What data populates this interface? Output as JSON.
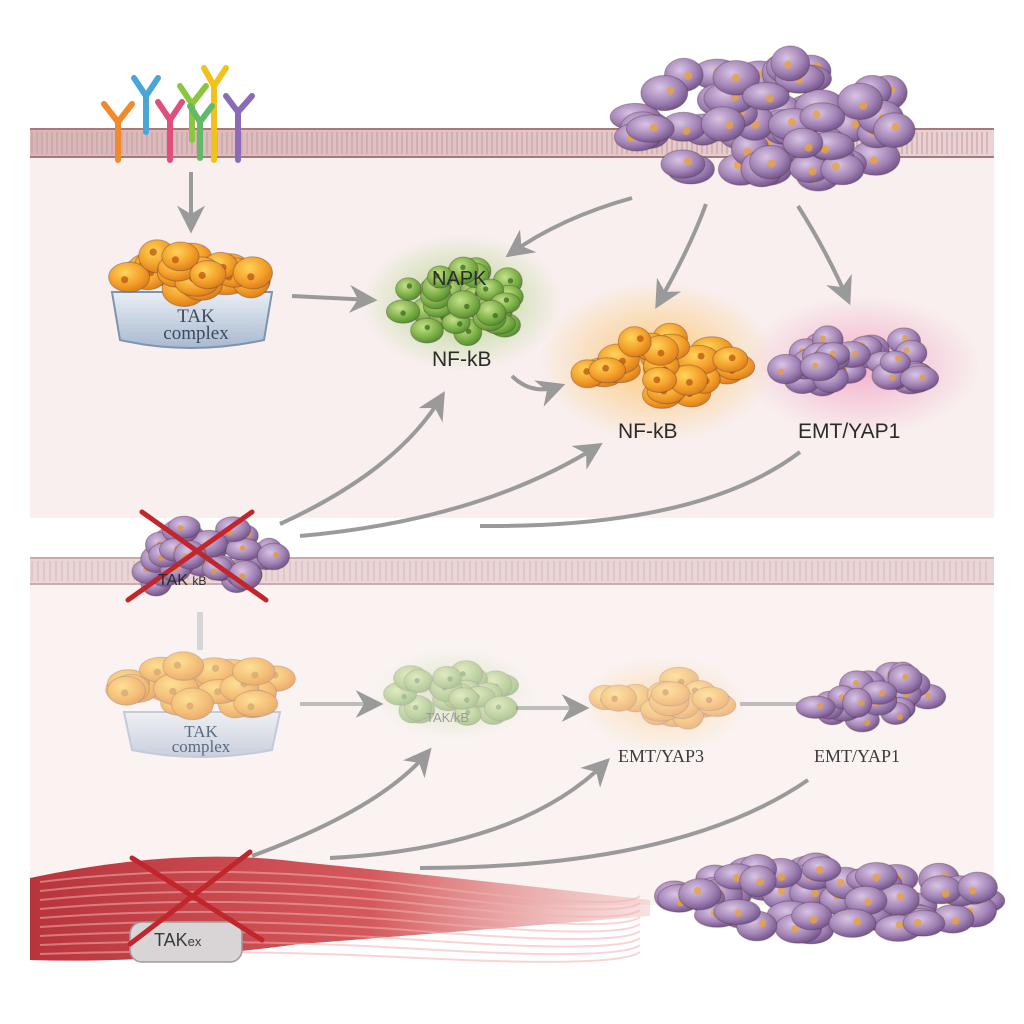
{
  "labels": {
    "top_tak_line1": "TAK",
    "top_tak_line2": "complex",
    "top_mapk": "NAPK",
    "top_nfkb_green": "NF-kB",
    "top_nfkb_orange": "NF-kB",
    "top_emt": "EMT/YAP1",
    "mid_tak": "TAK",
    "mid_tak_suffix": "kB",
    "bottom_tak_line1": "TAK",
    "bottom_tak_line2": "complex",
    "bottom_green_label": "TAK/kB",
    "bottom_emt_yap3": "EMT/YAP3",
    "bottom_emt_yap1": "EMT/YAP1",
    "muscle_tak": "TAK",
    "muscle_tak_suffix": "ex"
  },
  "colors": {
    "membrane": "#d9b7b9",
    "membrane_line": "#a9787c",
    "cytoplasm": "#f8efee",
    "orange_cell": "#f3a42a",
    "green_cell": "#7fb14a",
    "purple_cell": "#9d78ad",
    "muscle": "#c9454a",
    "arrow": "#9a9a9a",
    "cross": "#c0262c"
  },
  "icons": {
    "receptors": "antibody-receptor-icon",
    "inhibition": "cross-mark-icon"
  }
}
